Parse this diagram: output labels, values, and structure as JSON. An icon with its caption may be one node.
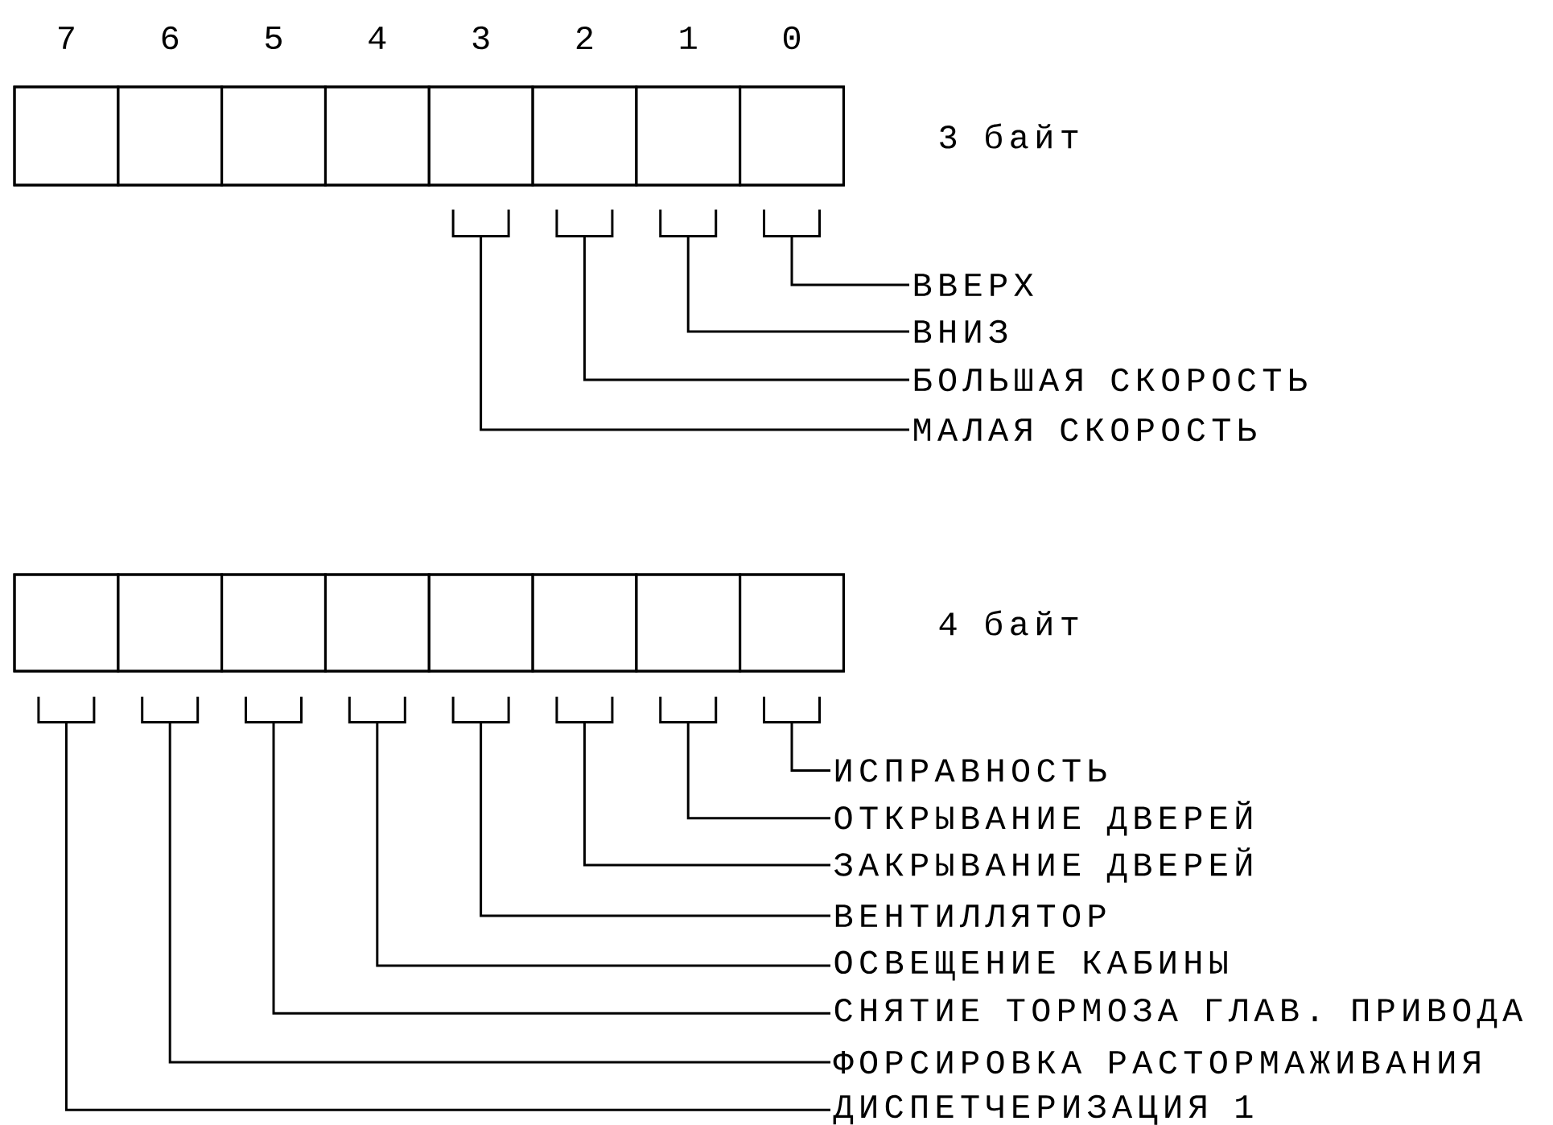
{
  "diagram": {
    "nodes": [
      {
        "text": [],
        "shape": "box",
        "beside": [
          "3 байт"
        ]
      },
      {
        "text": [],
        "shape": "box",
        "in": 0
      },
      {
        "text": [],
        "shape": "box",
        "in": 0
      },
      {
        "text": [],
        "shape": "box",
        "in": 0
      },
      {
        "text": [],
        "shape": "box",
        "in": 0
      },
      {
        "text": [],
        "shape": "box",
        "in": 0
      },
      {
        "text": [],
        "shape": "box",
        "in": 0
      },
      {
        "text": [],
        "shape": "box",
        "in": 0
      },
      {
        "text": [],
        "shape": "box",
        "in": 0
      },
      {
        "text": [],
        "shape": "bracket"
      },
      {
        "text": [],
        "shape": "bracket"
      },
      {
        "text": [],
        "shape": "bracket"
      },
      {
        "text": [],
        "shape": "bracket"
      },
      {
        "text": [
          "ВВЕРХ"
        ]
      },
      {
        "text": [
          "ВНИЗ"
        ]
      },
      {
        "text": [
          "БОЛЬШАЯ СКОРОСТЬ"
        ]
      },
      {
        "text": [
          "МАЛАЯ СКОРОСТЬ"
        ]
      },
      {
        "text": [],
        "shape": "box",
        "beside": [
          "4 байт"
        ]
      },
      {
        "text": [],
        "shape": "box",
        "in": 17
      },
      {
        "text": [],
        "shape": "box",
        "in": 17
      },
      {
        "text": [],
        "shape": "box",
        "in": 17
      },
      {
        "text": [],
        "shape": "box",
        "in": 17
      },
      {
        "text": [],
        "shape": "box",
        "in": 17
      },
      {
        "text": [],
        "shape": "box",
        "in": 17
      },
      {
        "text": [],
        "shape": "box",
        "in": 17
      },
      {
        "text": [],
        "shape": "box",
        "in": 17
      },
      {
        "text": [],
        "shape": "bracket"
      },
      {
        "text": [],
        "shape": "bracket"
      },
      {
        "text": [],
        "shape": "bracket"
      },
      {
        "text": [],
        "shape": "bracket"
      },
      {
        "text": [],
        "shape": "bracket"
      },
      {
        "text": [],
        "shape": "bracket"
      },
      {
        "text": [],
        "shape": "bracket"
      },
      {
        "text": [],
        "shape": "bracket"
      },
      {
        "text": [
          "ИСПРАВНОСТЬ"
        ]
      },
      {
        "text": [
          "ОТКРЫВАНИЕ ДВЕРЕЙ"
        ]
      },
      {
        "text": [
          "ЗАКРЫВАНИЕ ДВЕРЕЙ"
        ]
      },
      {
        "text": [
          "ВЕНТИЛЛЯТОР"
        ]
      },
      {
        "text": [
          "ОСВЕЩЕНИЕ КАБИНЫ"
        ]
      },
      {
        "text": [
          "СНЯТИЕ ТОРМОЗА ГЛАВ. ПРИВОДА"
        ]
      },
      {
        "text": [
          "ФОРСИРОВКА РАСТОРМАЖИВАНИЯ"
        ]
      },
      {
        "text": [
          "ДИСПЕТЧЕРИЗАЦИЯ 1"
        ]
      }
    ],
    "edges": [
      {
        "from": 13,
        "to": 12,
        "arrow": "none"
      },
      {
        "from": 14,
        "to": 11,
        "arrow": "none"
      },
      {
        "from": 15,
        "to": 10,
        "arrow": "none"
      },
      {
        "from": 16,
        "to": 9,
        "arrow": "none"
      },
      {
        "from": 34,
        "to": 33,
        "arrow": "none"
      },
      {
        "from": 35,
        "to": 32,
        "arrow": "none"
      },
      {
        "from": 36,
        "to": 31,
        "arrow": "none"
      },
      {
        "from": 37,
        "to": 30,
        "arrow": "none"
      },
      {
        "from": 38,
        "to": 29,
        "arrow": "none"
      },
      {
        "from": 39,
        "to": 28,
        "arrow": "none"
      },
      {
        "from": 40,
        "to": 27,
        "arrow": "none"
      },
      {
        "from": 41,
        "to": 26,
        "arrow": "none"
      }
    ],
    "labels": [
      "7",
      "6",
      "5",
      "4",
      "3",
      "2",
      "1",
      "0"
    ]
  }
}
